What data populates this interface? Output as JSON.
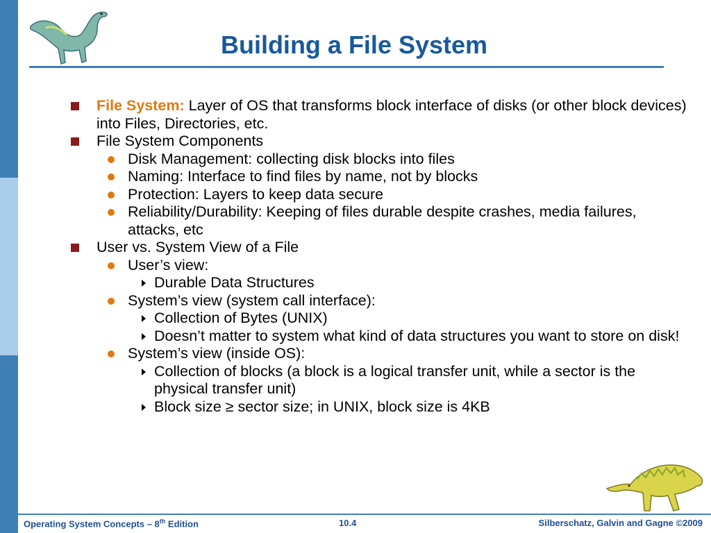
{
  "title": "Building a File System",
  "items": [
    {
      "term": "File System:",
      "text": " Layer of OS that transforms block interface of disks (or other block devices) into Files, Directories, etc."
    },
    {
      "text": "File System Components",
      "children": [
        {
          "text": "Disk Management: collecting disk blocks into files"
        },
        {
          "text": "Naming: Interface to find files by name, not by blocks"
        },
        {
          "text": "Protection: Layers to keep data secure"
        },
        {
          "text": "Reliability/Durability: Keeping of files durable despite crashes, media failures, attacks, etc"
        }
      ]
    },
    {
      "text": "User vs. System View of a File",
      "children": [
        {
          "text": "User’s view:",
          "children": [
            {
              "text": "Durable Data Structures"
            }
          ]
        },
        {
          "text": "System’s view (system call interface):",
          "children": [
            {
              "text": "Collection of Bytes (UNIX)"
            },
            {
              "text": "Doesn’t matter to system what kind of data structures you want to store on disk!"
            }
          ]
        },
        {
          "text": "System’s view (inside OS):",
          "children": [
            {
              "text": "Collection of blocks (a block is a logical transfer unit, while a sector is the physical transfer unit)"
            },
            {
              "text": "Block size ≥ sector size; in UNIX, block size is 4KB"
            }
          ]
        }
      ]
    }
  ],
  "footer": {
    "left_prefix": "Operating System Concepts – 8",
    "left_sup": "th",
    "left_suffix": " Edition",
    "center": "10.4",
    "right": "Silberschatz, Galvin and Gagne ©2009"
  },
  "colors": {
    "title": "#17599e",
    "bar_dark": "#3e7fb6",
    "bar_light": "#a9cdea",
    "term": "#e07a10",
    "bullet_level1": "#8b1a1a",
    "bullet_level2": "#e07a10",
    "footer": "#1f4f8f"
  },
  "icons": {
    "top_left": "dinosaur-logo-icon",
    "bottom_right": "dinosaur-logo-icon",
    "bullet_level1": "square-bullet-icon",
    "bullet_level2": "circle-bullet-icon",
    "bullet_level3": "triangle-bullet-icon"
  }
}
